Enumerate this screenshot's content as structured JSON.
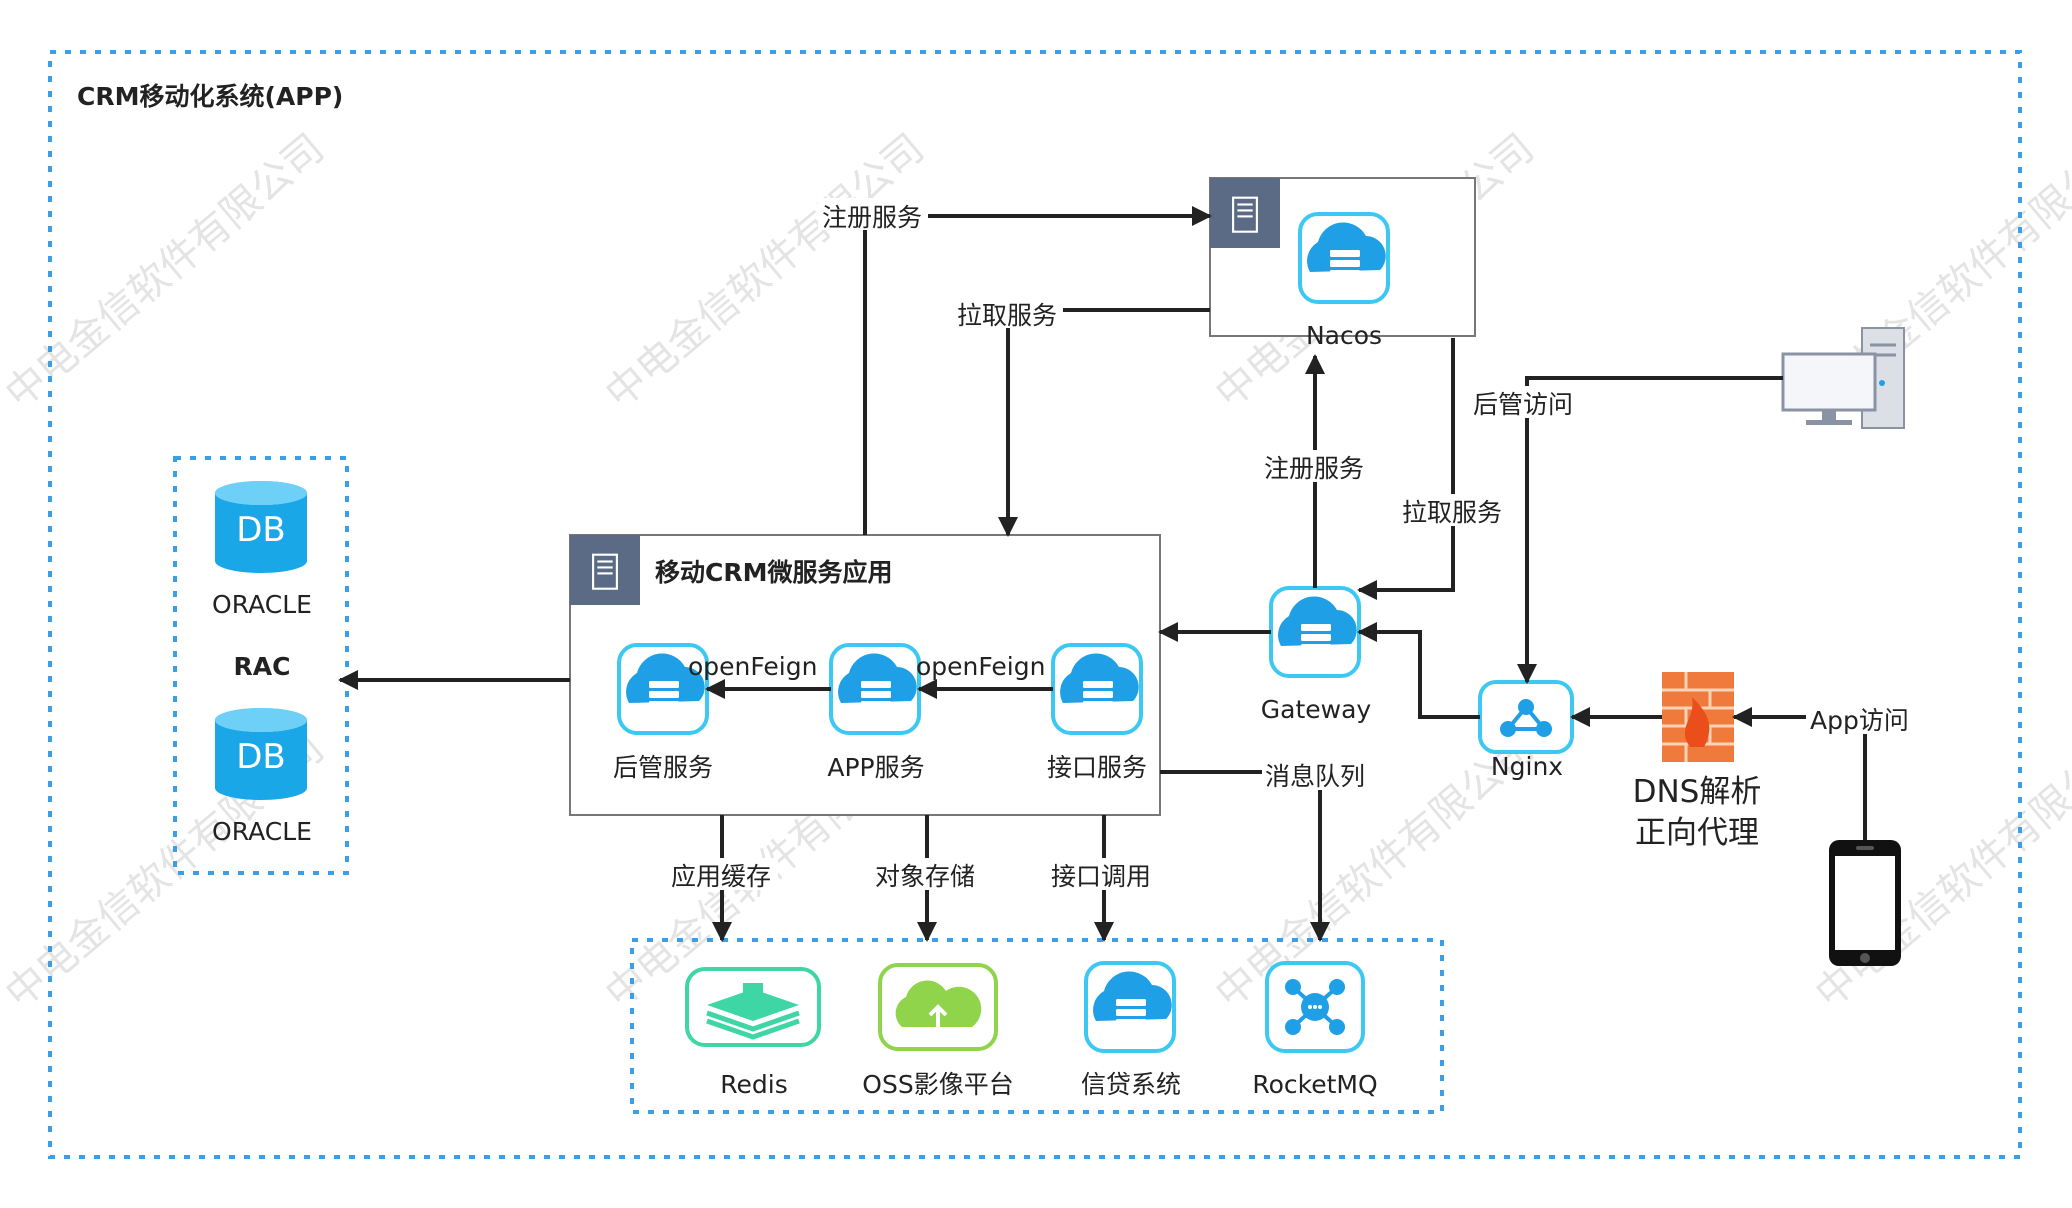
{
  "system": {
    "title": "CRM移动化系统(APP)"
  },
  "watermark": "中电金信软件有限公司",
  "database": {
    "db_badge": "DB",
    "oracle_1": "ORACLE",
    "rac": "RAC",
    "oracle_2": "ORACLE"
  },
  "microservice": {
    "title": "移动CRM微服务应用",
    "admin_service": "后管服务",
    "app_service": "APP服务",
    "api_service": "接口服务"
  },
  "components": {
    "nacos": "Nacos",
    "gateway": "Gateway",
    "nginx": "Nginx",
    "dns_line1": "DNS解析",
    "dns_line2": "正向代理"
  },
  "backends": {
    "redis": "Redis",
    "oss": "OSS影像平台",
    "credit": "信贷系统",
    "rocketmq": "RocketMQ"
  },
  "edges": {
    "register_top": "注册服务",
    "pull_top": "拉取服务",
    "register_gateway": "注册服务",
    "pull_gateway": "拉取服务",
    "admin_access": "后管访问",
    "app_access": "App访问",
    "openfeign_1": "openFeign",
    "openfeign_2": "openFeign",
    "message_queue": "消息队列",
    "app_cache": "应用缓存",
    "object_storage": "对象存储",
    "api_call": "接口调用"
  },
  "colors": {
    "dashed_border": "#3a9ee8",
    "db_blue": "#1aa7e8",
    "icon_cyan": "#3cc8f2",
    "redis_green": "#3dd6a4",
    "oss_green": "#8fd44a",
    "firewall_orange": "#f07a3c"
  }
}
